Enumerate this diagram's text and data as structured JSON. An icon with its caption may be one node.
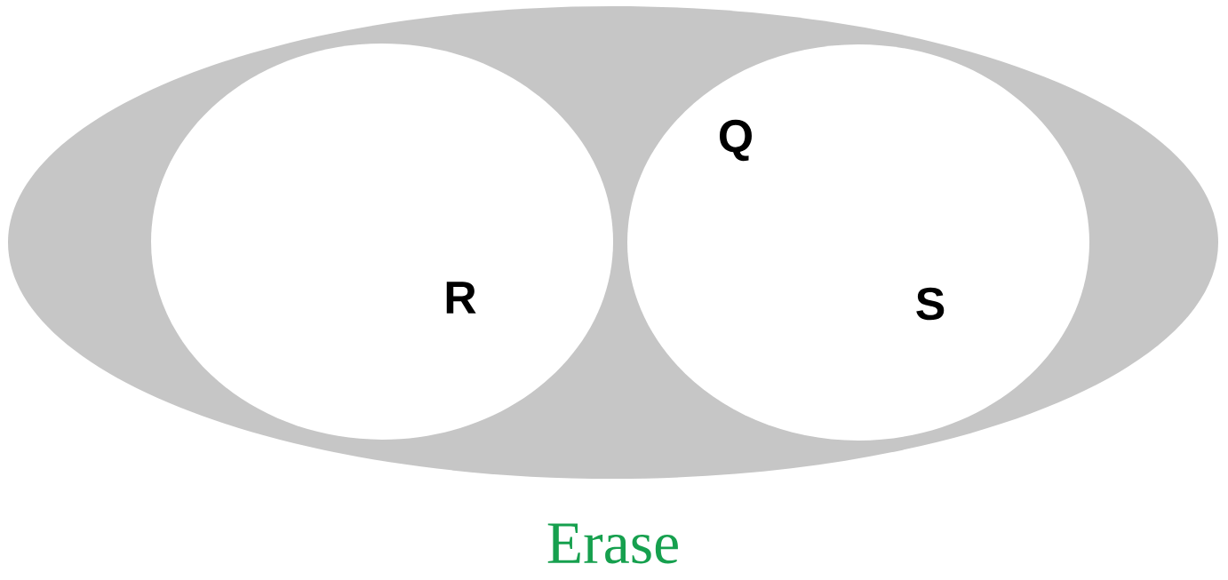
{
  "diagram": {
    "caption": "Erase",
    "nodes": [
      {
        "text": [],
        "shape": "ellipse"
      },
      {
        "text": [
          "R"
        ],
        "in": 0
      },
      {
        "text": [
          "Q",
          "S"
        ],
        "in": 0
      }
    ]
  }
}
